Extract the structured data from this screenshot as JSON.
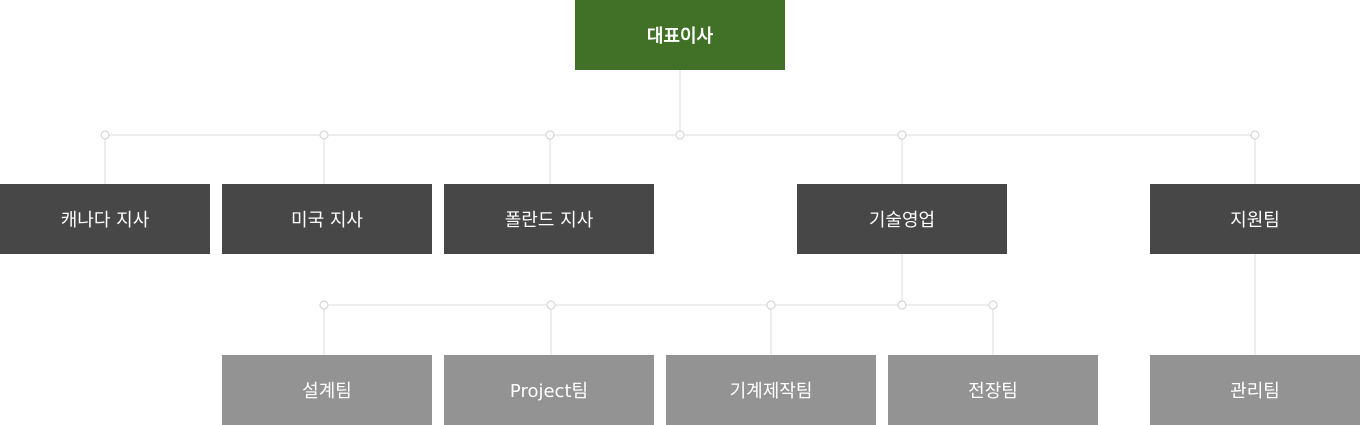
{
  "chart": {
    "root": {
      "label": "대표이사"
    },
    "level1": [
      {
        "label": "캐나다 지사"
      },
      {
        "label": "미국 지사"
      },
      {
        "label": "폴란드 지사"
      },
      {
        "label": "기술영업"
      },
      {
        "label": "지원팀"
      }
    ],
    "level2": [
      {
        "label": "설계팀"
      },
      {
        "label": "Project팀"
      },
      {
        "label": "기계제작팀"
      },
      {
        "label": "전장팀"
      },
      {
        "label": "관리팀"
      }
    ]
  },
  "colors": {
    "root_fill": "#417127",
    "level1_fill": "#474747",
    "level2_fill": "#939393",
    "connector": "#dddddd"
  }
}
